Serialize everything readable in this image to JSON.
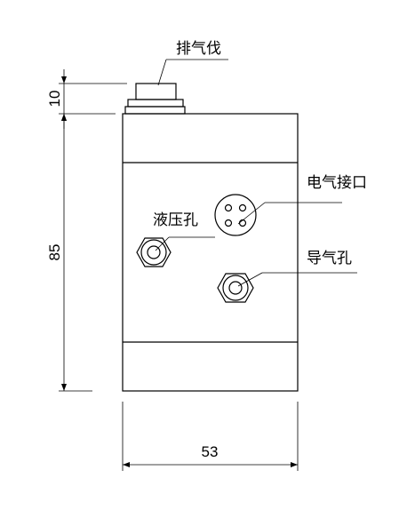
{
  "labels": {
    "exhaust_fitting": "排气伐",
    "electrical_port": "电气接口",
    "hydraulic_hole": "液压孔",
    "air_guide_hole": "导气孔"
  },
  "dimensions": {
    "fitting_height": "10",
    "body_height": "85",
    "body_width": "53"
  }
}
